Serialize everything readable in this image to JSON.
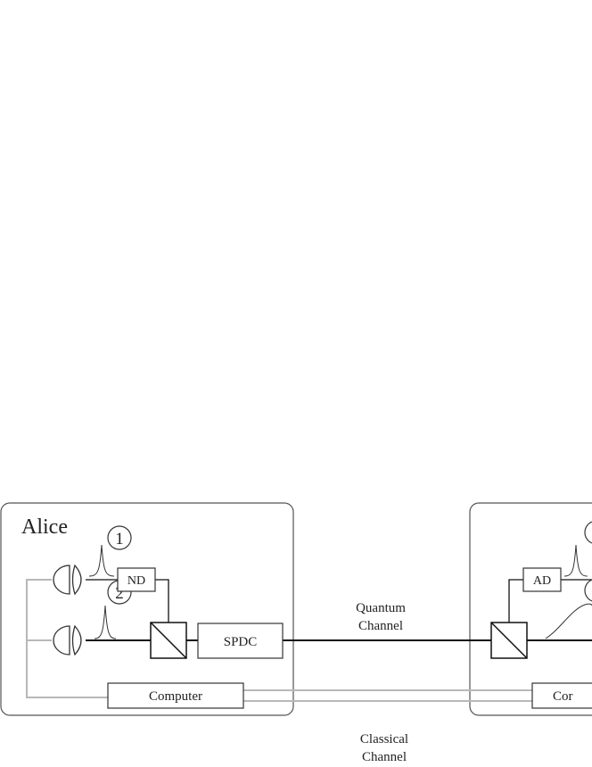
{
  "alice": {
    "title": "Alice"
  },
  "bob": {},
  "markers": {
    "one": "1",
    "two": "2"
  },
  "components": {
    "nd": "ND",
    "ad": "AD",
    "spdc": "SPDC",
    "alice_computer": "Computer",
    "bob_computer": "Cor"
  },
  "channels": {
    "quantum": [
      "Quantum",
      "Channel"
    ],
    "classical": [
      "Classical",
      "Channel"
    ]
  },
  "colors": {
    "line": "#111111",
    "classical_line": "#b8b8b8",
    "box_border": "#444444"
  }
}
